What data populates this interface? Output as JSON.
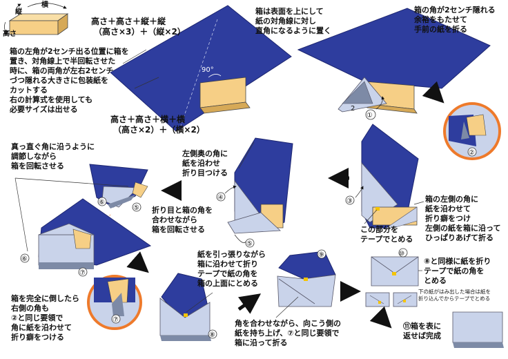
{
  "colors": {
    "paper_blue": "#2e3d9e",
    "paper_back": "#c9d3ea",
    "box_tan": "#f6cf86",
    "box_side": "#d6a957",
    "tape": "#f5c400",
    "orange_ring": "#ee7a2b",
    "gray_fold": "#7d8aa6",
    "arrow": "#111111"
  },
  "labels": {
    "tate": "縦",
    "yoko": "横",
    "takasa": "高さ",
    "angle": "90°",
    "two": "2"
  },
  "formulas": {
    "top_line1": "高さ＋高さ＋縦＋縦",
    "top_line2": "（高さ×3）＋（縦×2）",
    "bottom_line1": "高さ＋高さ＋横＋横",
    "bottom_line2": "（高さ×2）＋（横×2）"
  },
  "instructions": {
    "intro": [
      "箱の左角が2センチ出る位置に箱を",
      "置き、対角線上で半回転させた",
      "時に、箱の両角が左右2センチ",
      "づつ隠れる大きさに包装紙を",
      "カットする",
      "右の計算式を使用しても",
      "必要サイズは出せる"
    ],
    "step0": [
      "箱は表面を上にして",
      "紙の対角線に対し",
      "直角になるように置く"
    ],
    "step1": [
      "箱の角が2センチ隠れる",
      "余裕をもたせて",
      "手前の紙を折る"
    ],
    "step3": [
      "箱の左側の角に",
      "紙を沿わせて",
      "折り癖をつけ",
      "左側の紙を箱に沿って",
      "ひっぱりあげて折る"
    ],
    "tape": [
      "この部分を",
      "テープでとめる"
    ],
    "step4": [
      "左側奥の角に",
      "紙を沿わせ",
      "折り目つける"
    ],
    "rotate1": [
      "折り目と箱の角を",
      "合わせながら",
      "箱を回転させる"
    ],
    "rotate2": [
      "真っ直ぐ角に沿うように",
      "調節しながら",
      "箱を回転させる"
    ],
    "step7": [
      "箱を完全に倒したら",
      "右側の角も",
      "②と同じ要領で",
      "角に紙を沿わせて",
      "折り癖をつける"
    ],
    "step8": [
      "紙を引っ張りながら",
      "箱に沿わせて折り",
      "テープで紙の角を",
      "箱の上面にとめる"
    ],
    "step9": [
      "角を合わせながら、向こう側の",
      "紙を持ち上げ、⑦と同じ要領で",
      "箱に沿って折る"
    ],
    "step10": [
      "⑧と同様に紙を折り",
      "テープで紙の角を",
      "とめる"
    ],
    "note": [
      "下の紙がはみ出した場合は紙を",
      "折り込んでからテープでとめる"
    ],
    "step11": [
      "⑪箱を表に",
      "返せば完成"
    ]
  },
  "step_numbers": {
    "s1": "①",
    "s2": "②",
    "s3": "③",
    "s4": "④",
    "s5": "⑤",
    "s6": "⑥",
    "s7": "⑦",
    "s8": "⑧",
    "s9": "⑨",
    "s10": "⑩"
  }
}
